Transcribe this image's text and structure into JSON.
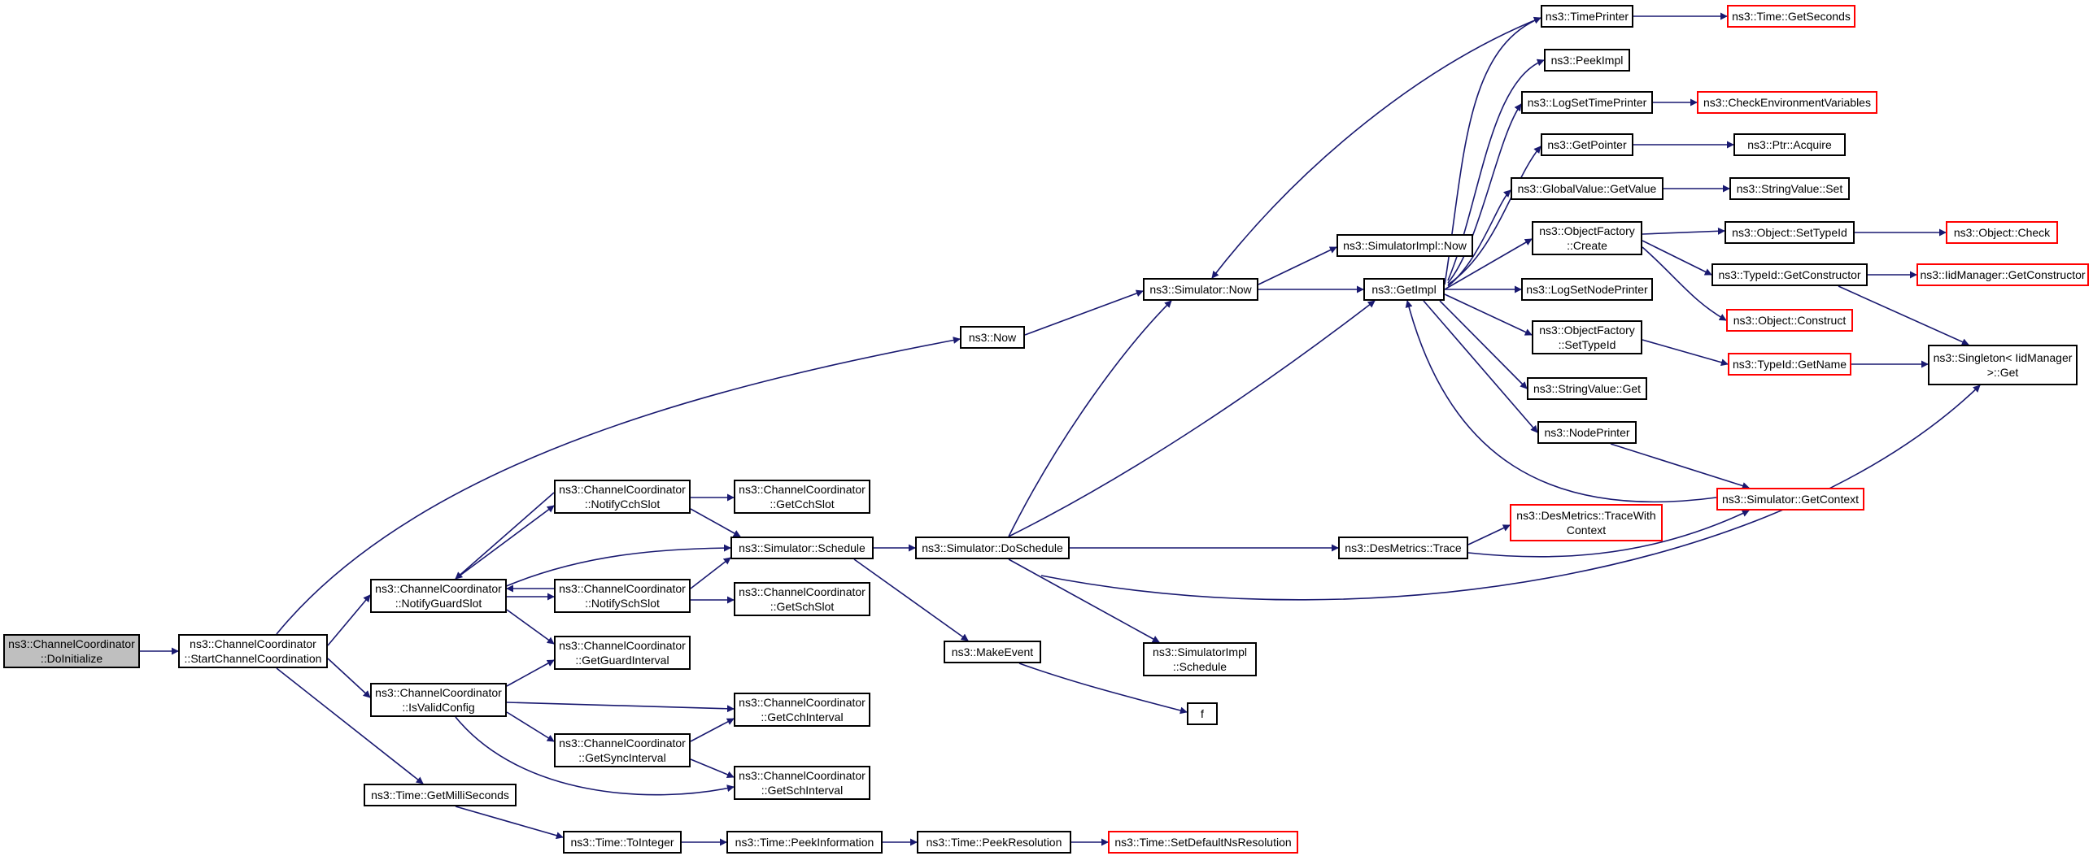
{
  "colors": {
    "edge": "#191970",
    "box": "#000000",
    "truncated": "#ff0000",
    "root_fill": "#bfbfbf"
  },
  "nodes": [
    {
      "id": "doinit",
      "lines": [
        "ns3::ChannelCoordinator",
        "::DoInitialize"
      ],
      "style": "root"
    },
    {
      "id": "startcc",
      "lines": [
        "ns3::ChannelCoordinator",
        "::StartChannelCoordination"
      ],
      "style": "normal"
    },
    {
      "id": "now_fn",
      "lines": [
        "ns3::Now"
      ],
      "style": "normal"
    },
    {
      "id": "notifyguard",
      "lines": [
        "ns3::ChannelCoordinator",
        "::NotifyGuardSlot"
      ],
      "style": "normal"
    },
    {
      "id": "isvalid",
      "lines": [
        "ns3::ChannelCoordinator",
        "::IsValidConfig"
      ],
      "style": "normal"
    },
    {
      "id": "getms",
      "lines": [
        "ns3::Time::GetMilliSeconds"
      ],
      "style": "normal"
    },
    {
      "id": "notifycch",
      "lines": [
        "ns3::ChannelCoordinator",
        "::NotifyCchSlot"
      ],
      "style": "normal"
    },
    {
      "id": "notifysch",
      "lines": [
        "ns3::ChannelCoordinator",
        "::NotifySchSlot"
      ],
      "style": "normal"
    },
    {
      "id": "getguard",
      "lines": [
        "ns3::ChannelCoordinator",
        "::GetGuardInterval"
      ],
      "style": "normal"
    },
    {
      "id": "getsync",
      "lines": [
        "ns3::ChannelCoordinator",
        "::GetSyncInterval"
      ],
      "style": "normal"
    },
    {
      "id": "getcchslot",
      "lines": [
        "ns3::ChannelCoordinator",
        "::GetCchSlot"
      ],
      "style": "normal"
    },
    {
      "id": "schedule",
      "lines": [
        "ns3::Simulator::Schedule"
      ],
      "style": "normal"
    },
    {
      "id": "getschslot",
      "lines": [
        "ns3::ChannelCoordinator",
        "::GetSchSlot"
      ],
      "style": "normal"
    },
    {
      "id": "getcchint",
      "lines": [
        "ns3::ChannelCoordinator",
        "::GetCchInterval"
      ],
      "style": "normal"
    },
    {
      "id": "getschint",
      "lines": [
        "ns3::ChannelCoordinator",
        "::GetSchInterval"
      ],
      "style": "normal"
    },
    {
      "id": "tointeger",
      "lines": [
        "ns3::Time::ToInteger"
      ],
      "style": "normal"
    },
    {
      "id": "peekinfo",
      "lines": [
        "ns3::Time::PeekInformation"
      ],
      "style": "normal"
    },
    {
      "id": "peekres",
      "lines": [
        "ns3::Time::PeekResolution"
      ],
      "style": "normal"
    },
    {
      "id": "setdefres",
      "lines": [
        "ns3::Time::SetDefaultNsResolution"
      ],
      "style": "truncated"
    },
    {
      "id": "doschedule",
      "lines": [
        "ns3::Simulator::DoSchedule"
      ],
      "style": "normal"
    },
    {
      "id": "makeevent",
      "lines": [
        "ns3::MakeEvent"
      ],
      "style": "normal"
    },
    {
      "id": "f_fn",
      "lines": [
        "f"
      ],
      "style": "normal"
    },
    {
      "id": "simnow",
      "lines": [
        "ns3::Simulator::Now"
      ],
      "style": "normal"
    },
    {
      "id": "simimplnow",
      "lines": [
        "ns3::SimulatorImpl::Now"
      ],
      "style": "normal"
    },
    {
      "id": "simimplsched",
      "lines": [
        "ns3::SimulatorImpl",
        "::Schedule"
      ],
      "style": "normal"
    },
    {
      "id": "getimpl",
      "lines": [
        "ns3::GetImpl"
      ],
      "style": "normal"
    },
    {
      "id": "desmtrace",
      "lines": [
        "ns3::DesMetrics::Trace"
      ],
      "style": "normal"
    },
    {
      "id": "traceWithCtx",
      "lines": [
        "ns3::DesMetrics::TraceWith",
        "Context"
      ],
      "style": "truncated"
    },
    {
      "id": "timeprinter",
      "lines": [
        "ns3::TimePrinter"
      ],
      "style": "normal"
    },
    {
      "id": "peekimpl",
      "lines": [
        "ns3::PeekImpl"
      ],
      "style": "normal"
    },
    {
      "id": "logsettp",
      "lines": [
        "ns3::LogSetTimePrinter"
      ],
      "style": "normal"
    },
    {
      "id": "getpointer",
      "lines": [
        "ns3::GetPointer"
      ],
      "style": "normal"
    },
    {
      "id": "gvgetvalue",
      "lines": [
        "ns3::GlobalValue::GetValue"
      ],
      "style": "normal"
    },
    {
      "id": "ofcreate",
      "lines": [
        "ns3::ObjectFactory",
        "::Create"
      ],
      "style": "normal"
    },
    {
      "id": "logsetnp",
      "lines": [
        "ns3::LogSetNodePrinter"
      ],
      "style": "normal"
    },
    {
      "id": "ofsettypeid",
      "lines": [
        "ns3::ObjectFactory",
        "::SetTypeId"
      ],
      "style": "normal"
    },
    {
      "id": "svget",
      "lines": [
        "ns3::StringValue::Get"
      ],
      "style": "normal"
    },
    {
      "id": "nodeprinter",
      "lines": [
        "ns3::NodePrinter"
      ],
      "style": "normal"
    },
    {
      "id": "getcontext",
      "lines": [
        "ns3::Simulator::GetContext"
      ],
      "style": "truncated"
    },
    {
      "id": "getseconds",
      "lines": [
        "ns3::Time::GetSeconds"
      ],
      "style": "truncated"
    },
    {
      "id": "checkenv",
      "lines": [
        "ns3::CheckEnvironmentVariables"
      ],
      "style": "truncated"
    },
    {
      "id": "ptracquire",
      "lines": [
        "ns3::Ptr::Acquire"
      ],
      "style": "normal"
    },
    {
      "id": "svset",
      "lines": [
        "ns3::StringValue::Set"
      ],
      "style": "normal"
    },
    {
      "id": "objsettypeid",
      "lines": [
        "ns3::Object::SetTypeId"
      ],
      "style": "normal"
    },
    {
      "id": "tidgetctor",
      "lines": [
        "ns3::TypeId::GetConstructor"
      ],
      "style": "normal"
    },
    {
      "id": "objconstruct",
      "lines": [
        "ns3::Object::Construct"
      ],
      "style": "truncated"
    },
    {
      "id": "tidgetname",
      "lines": [
        "ns3::TypeId::GetName"
      ],
      "style": "truncated"
    },
    {
      "id": "objcheck",
      "lines": [
        "ns3::Object::Check"
      ],
      "style": "truncated"
    },
    {
      "id": "iidgetctor",
      "lines": [
        "ns3::IidManager::GetConstructor"
      ],
      "style": "truncated"
    },
    {
      "id": "singleton",
      "lines": [
        "ns3::Singleton< IidManager",
        " >::Get"
      ],
      "style": "normal"
    }
  ]
}
